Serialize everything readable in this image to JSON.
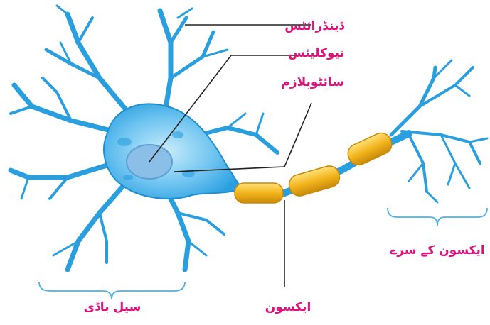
{
  "labels": {
    "dendrites": "ڈینڈرائٹس",
    "nucleus": "نیوکلیئس",
    "cytoplasm": "سائٹوپلازم",
    "axon_terminals": "ایکسون کے سرے",
    "cell_body": "سیل باڈی",
    "axon": "ایکسون"
  },
  "colors": {
    "label": "#e0107c",
    "neuron": "#2a9fe0",
    "neuron_light": "#8fd0f5",
    "nucleus": "#7fb8e6",
    "myelin": "#f2b51c",
    "leader_line": "#222222",
    "brace": "#4ab3e8"
  }
}
